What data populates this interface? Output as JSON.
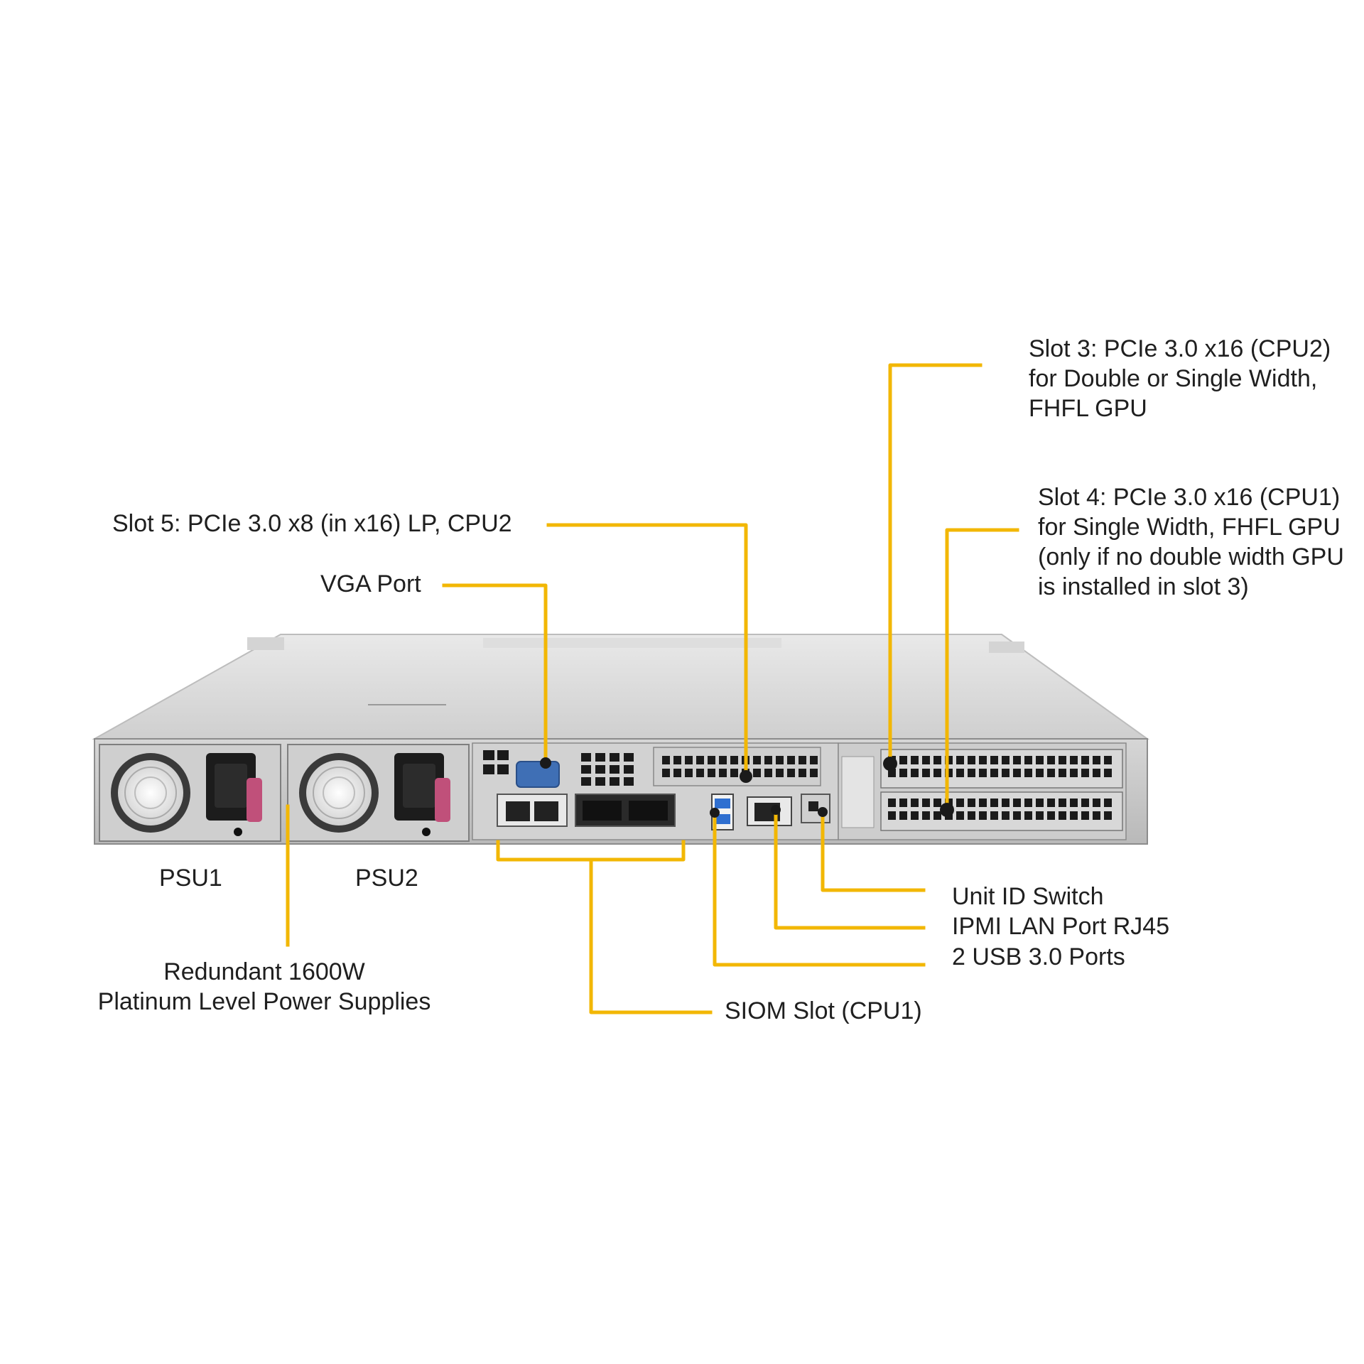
{
  "colors": {
    "leader": "#f2b705",
    "chassis_top": "#d9d9d9",
    "chassis_panel": "#c9c9c9",
    "grille": "#1a1a1a",
    "text": "#1f1f1f"
  },
  "labels": {
    "slot3": {
      "line1": "Slot 3: PCIe 3.0 x16 (CPU2)",
      "line2": "for Double or Single Width,",
      "line3": "FHFL GPU"
    },
    "slot4": {
      "line1": "Slot 4: PCIe 3.0 x16 (CPU1)",
      "line2": "for Single Width, FHFL GPU",
      "line3": "(only if no double width GPU",
      "line4": "is installed in slot 3)"
    },
    "slot5": "Slot 5: PCIe 3.0 x8 (in x16) LP, CPU2",
    "vga": "VGA Port",
    "psu1": "PSU1",
    "psu2": "PSU2",
    "power": {
      "line1": "Redundant 1600W",
      "line2": "Platinum Level Power Supplies"
    },
    "unit_id": "Unit ID Switch",
    "ipmi": "IPMI LAN Port RJ45",
    "usb": "2 USB 3.0 Ports",
    "siom": "SIOM Slot (CPU1)"
  }
}
